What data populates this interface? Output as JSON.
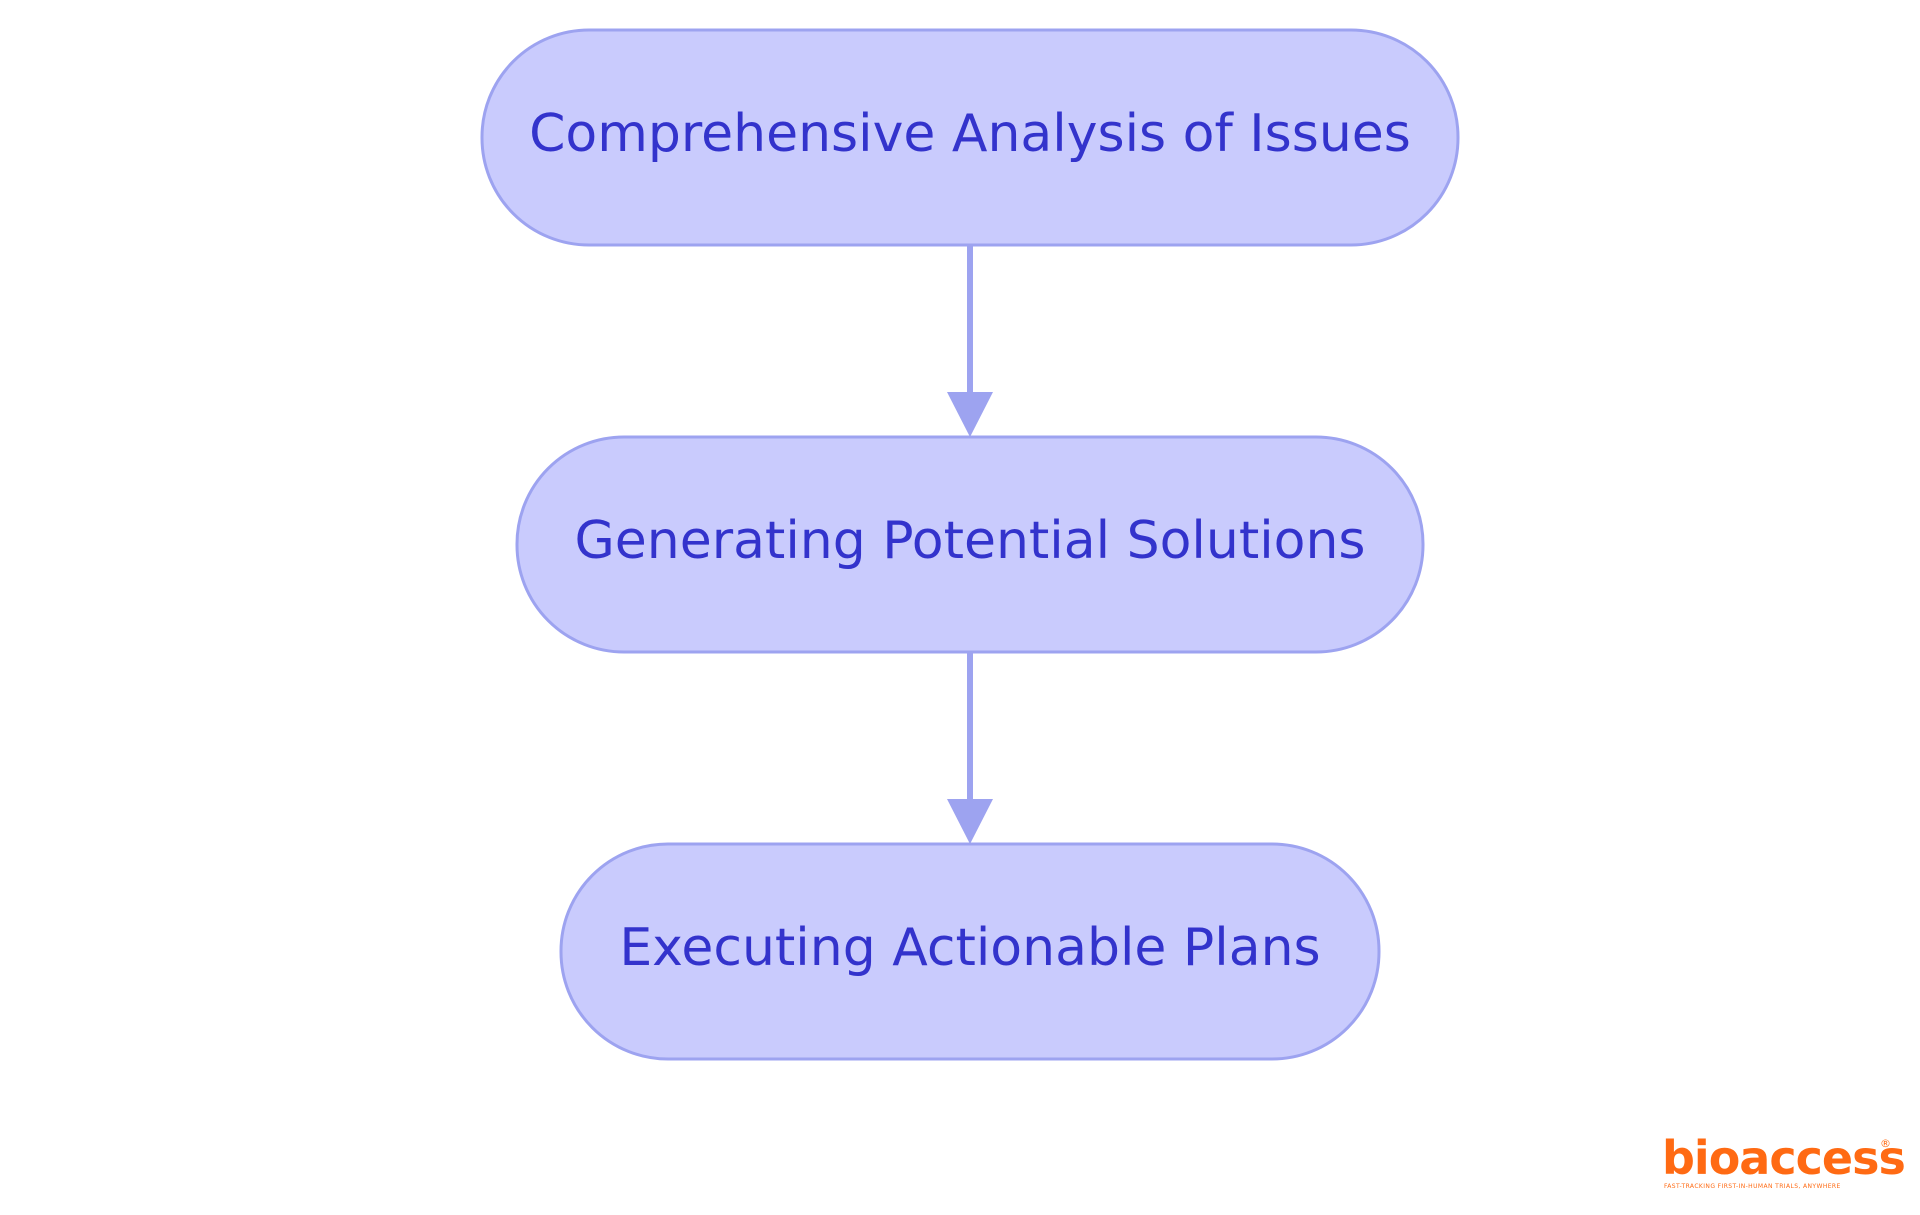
{
  "diagram": {
    "nodes": [
      {
        "id": "analysis",
        "label": "Comprehensive Analysis of Issues"
      },
      {
        "id": "solutions",
        "label": "Generating Potential Solutions"
      },
      {
        "id": "execution",
        "label": "Executing Actionable Plans"
      }
    ],
    "edges": [
      {
        "from": "analysis",
        "to": "solutions"
      },
      {
        "from": "solutions",
        "to": "execution"
      }
    ],
    "colors": {
      "node_fill": "#c9cbfd",
      "node_stroke": "#9da3f0",
      "text": "#3333cc",
      "arrow": "#9da3f0"
    }
  },
  "logo": {
    "word": "bioaccess",
    "registered_mark": "®",
    "tagline": "FAST-TRACKING FIRST-IN-HUMAN TRIALS, ANYWHERE",
    "color": "#ff6a13"
  }
}
